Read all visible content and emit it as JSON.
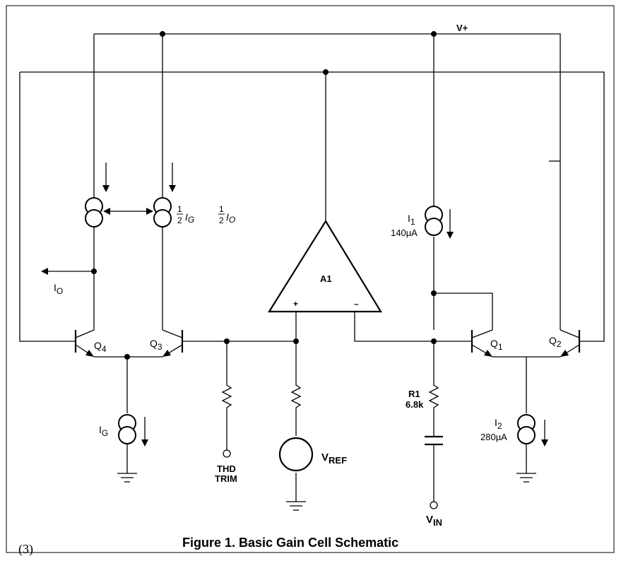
{
  "figure": {
    "caption": "Figure 1.  Basic Gain Cell Schematic",
    "page_marker": "(3)"
  },
  "labels": {
    "vplus": "V+",
    "opamp": "A1",
    "opamp_plus": "+",
    "opamp_minus": "–",
    "q1": "Q",
    "q1_sub": "1",
    "q2": "Q",
    "q2_sub": "2",
    "q3": "Q",
    "q3_sub": "3",
    "q4": "Q",
    "q4_sub": "4",
    "i1": "I",
    "i1_sub": "1",
    "i1_value": "140µA",
    "i2": "I",
    "i2_sub": "2",
    "i2_value": "280µA",
    "ig": "I",
    "ig_sub": "G",
    "io": "I",
    "io_sub": "O",
    "half_num": "1",
    "half_den": "2",
    "half_ig": "I",
    "half_ig_sub": "G",
    "half_io": "I",
    "half_io_sub": "O",
    "r1": "R1",
    "r1_value": "6.8k",
    "thd_line1": "THD",
    "thd_line2": "TRIM",
    "vref": "V",
    "vref_sub": "REF",
    "vin": "V",
    "vin_sub": "IN"
  }
}
